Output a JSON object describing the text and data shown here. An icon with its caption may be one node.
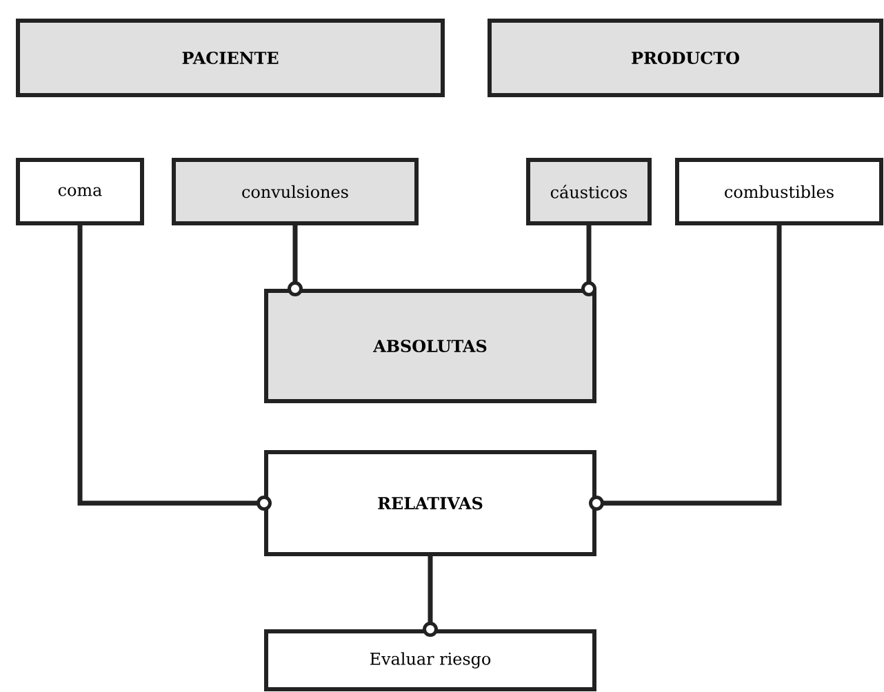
{
  "diagram": {
    "nodes": [
      {
        "text": [
          "PACIENTE"
        ]
      },
      {
        "text": [
          "PRODUCTO"
        ]
      },
      {
        "text": [
          "coma"
        ]
      },
      {
        "text": [
          "convulsiones"
        ]
      },
      {
        "text": [
          "cáusticos"
        ]
      },
      {
        "text": [
          "combustibles"
        ]
      },
      {
        "text": [
          "ABSOLUTAS"
        ]
      },
      {
        "text": [
          "RELATIVAS"
        ]
      },
      {
        "text": [
          "Evaluar riesgo"
        ]
      }
    ],
    "edges": [
      {
        "from": 3,
        "to": 6,
        "arrow": "other"
      },
      {
        "from": 4,
        "to": 6,
        "arrow": "other"
      },
      {
        "from": 2,
        "to": 7,
        "arrow": "other"
      },
      {
        "from": 5,
        "to": 7,
        "arrow": "other"
      },
      {
        "from": 7,
        "to": 8,
        "arrow": "other"
      }
    ]
  }
}
